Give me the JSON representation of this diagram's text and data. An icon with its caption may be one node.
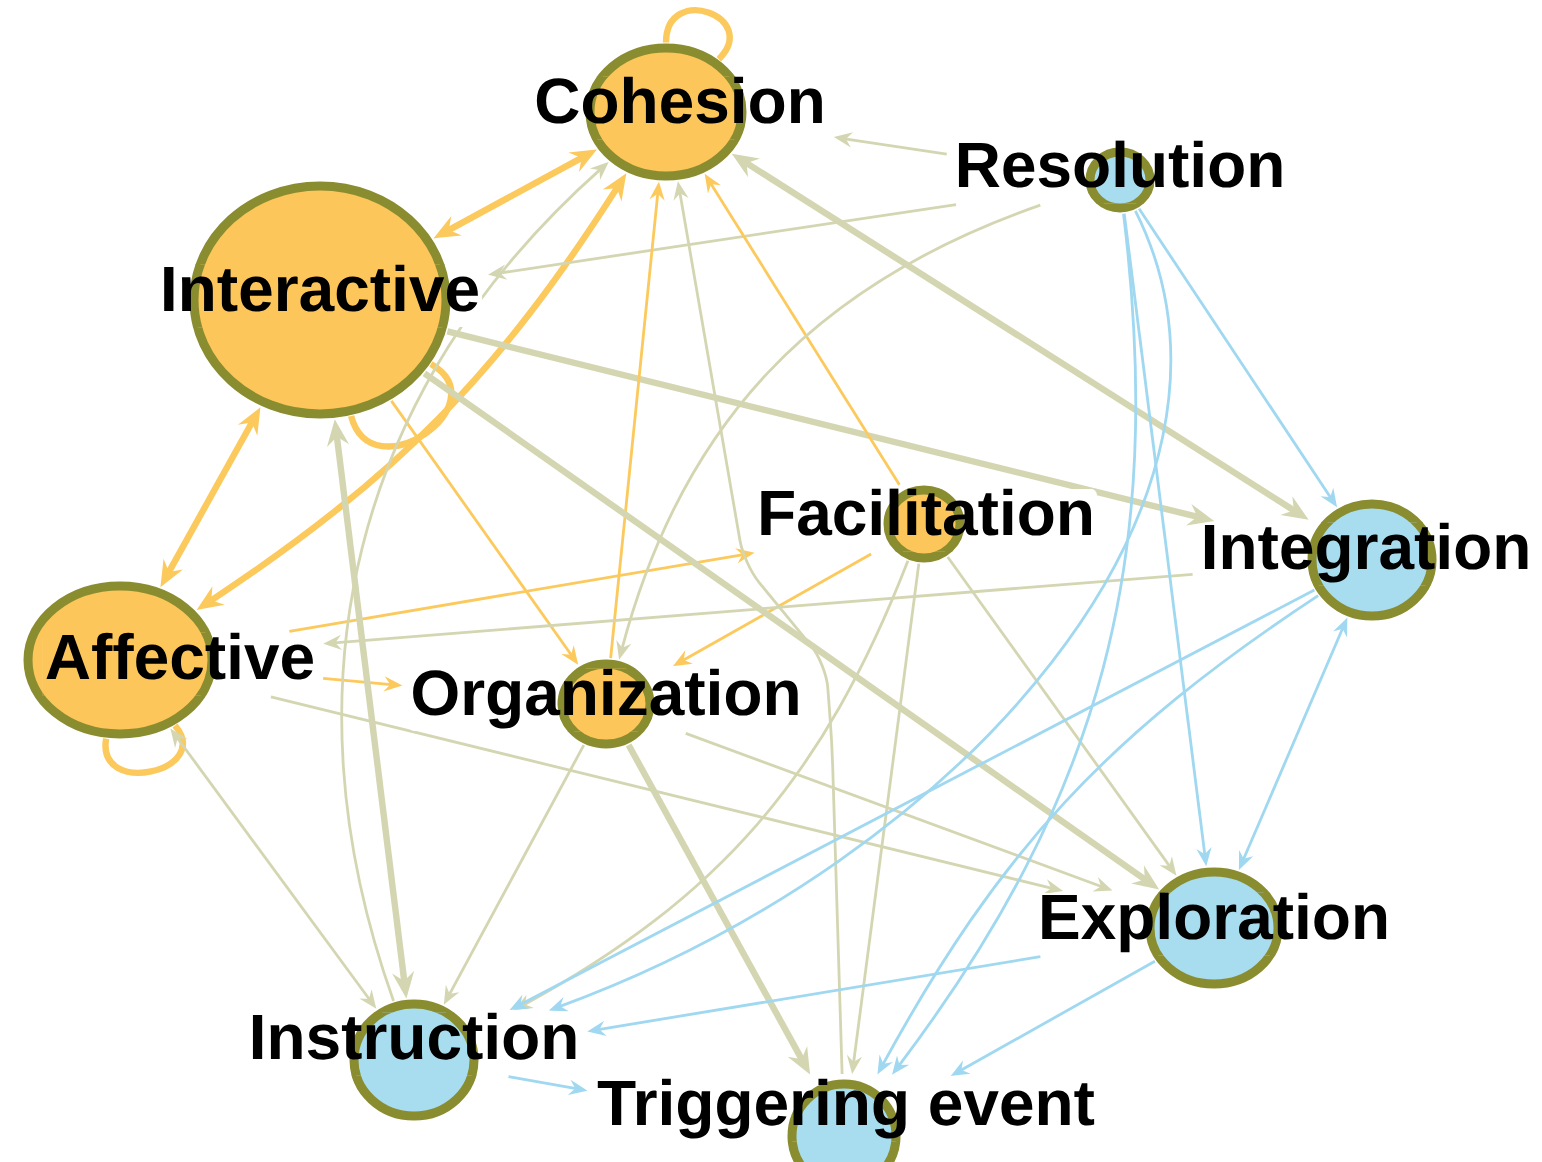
{
  "diagram": {
    "nodes": [
      {
        "text": [
          "Cohesion"
        ]
      },
      {
        "text": [
          "Resolution"
        ]
      },
      {
        "text": [
          "Interactive"
        ]
      },
      {
        "text": [
          "Facilitation"
        ]
      },
      {
        "text": [
          "Integration"
        ]
      },
      {
        "text": [
          "Affective"
        ]
      },
      {
        "text": [
          "Organization"
        ]
      },
      {
        "text": [
          "Exploration"
        ]
      },
      {
        "text": [
          "Instruction"
        ]
      },
      {
        "text": [
          "Triggering event"
        ]
      }
    ],
    "edges": [
      {
        "from": 2,
        "to": 0,
        "arrow": "both",
        "style": "thick",
        "color": "#fcc95c"
      },
      {
        "from": 2,
        "to": 5,
        "arrow": "both",
        "style": "thick",
        "color": "#fcc95c"
      },
      {
        "from": 5,
        "to": 0,
        "arrow": "both",
        "style": "thick",
        "color": "#fcc95c"
      },
      {
        "from": 0,
        "to": 0,
        "arrow": "none",
        "style": "thick",
        "color": "#fcc95c"
      },
      {
        "from": 2,
        "to": 2,
        "arrow": "none",
        "style": "thick",
        "color": "#fcc95c"
      },
      {
        "from": 5,
        "to": 5,
        "arrow": "none",
        "style": "thick",
        "color": "#fcc95c"
      },
      {
        "from": 1,
        "to": 0,
        "arrow": "to"
      },
      {
        "from": 1,
        "to": 2,
        "arrow": "to"
      },
      {
        "from": 4,
        "to": 0,
        "arrow": "both",
        "style": "thick"
      },
      {
        "from": 2,
        "to": 4,
        "arrow": "to",
        "style": "thick"
      },
      {
        "from": 3,
        "to": 0,
        "arrow": "to",
        "color": "#fcc95c"
      },
      {
        "from": 6,
        "to": 0,
        "arrow": "to",
        "color": "#fcc95c"
      },
      {
        "from": 2,
        "to": 6,
        "arrow": "to",
        "color": "#fcc95c"
      },
      {
        "from": 5,
        "to": 3,
        "arrow": "to",
        "color": "#fcc95c"
      },
      {
        "from": 5,
        "to": 6,
        "arrow": "to",
        "color": "#fcc95c"
      },
      {
        "from": 3,
        "to": 6,
        "arrow": "to",
        "color": "#fcc95c"
      },
      {
        "from": 8,
        "to": 0,
        "arrow": "to"
      },
      {
        "from": 9,
        "to": 0,
        "arrow": "to"
      },
      {
        "from": 2,
        "to": 8,
        "arrow": "both",
        "style": "thick"
      },
      {
        "from": 5,
        "to": 8,
        "arrow": "both"
      },
      {
        "from": 2,
        "to": 7,
        "arrow": "to",
        "style": "thick"
      },
      {
        "from": 5,
        "to": 7,
        "arrow": "to"
      },
      {
        "from": 4,
        "to": 5,
        "arrow": "to"
      },
      {
        "from": 6,
        "to": 9,
        "arrow": "to",
        "style": "thick"
      },
      {
        "from": 6,
        "to": 7,
        "arrow": "to"
      },
      {
        "from": 3,
        "to": 9,
        "arrow": "to"
      },
      {
        "from": 3,
        "to": 7,
        "arrow": "to"
      },
      {
        "from": 3,
        "to": 8,
        "arrow": "to"
      },
      {
        "from": 1,
        "to": 6,
        "arrow": "to"
      },
      {
        "from": 1,
        "to": 8,
        "arrow": "to",
        "color": "#9fd8f0"
      },
      {
        "from": 1,
        "to": 9,
        "arrow": "to",
        "color": "#9fd8f0"
      },
      {
        "from": 1,
        "to": 7,
        "arrow": "to",
        "color": "#9fd8f0"
      },
      {
        "from": 1,
        "to": 4,
        "arrow": "to",
        "color": "#9fd8f0"
      },
      {
        "from": 4,
        "to": 8,
        "arrow": "to",
        "color": "#9fd8f0"
      },
      {
        "from": 4,
        "to": 9,
        "arrow": "to",
        "color": "#9fd8f0"
      },
      {
        "from": 4,
        "to": 7,
        "arrow": "both",
        "color": "#9fd8f0"
      },
      {
        "from": 7,
        "to": 8,
        "arrow": "to",
        "color": "#9fd8f0"
      },
      {
        "from": 7,
        "to": 9,
        "arrow": "to",
        "color": "#9fd8f0"
      },
      {
        "from": 8,
        "to": 9,
        "arrow": "to",
        "color": "#9fd8f0"
      },
      {
        "from": 6,
        "to": 8,
        "arrow": "to"
      }
    ]
  }
}
